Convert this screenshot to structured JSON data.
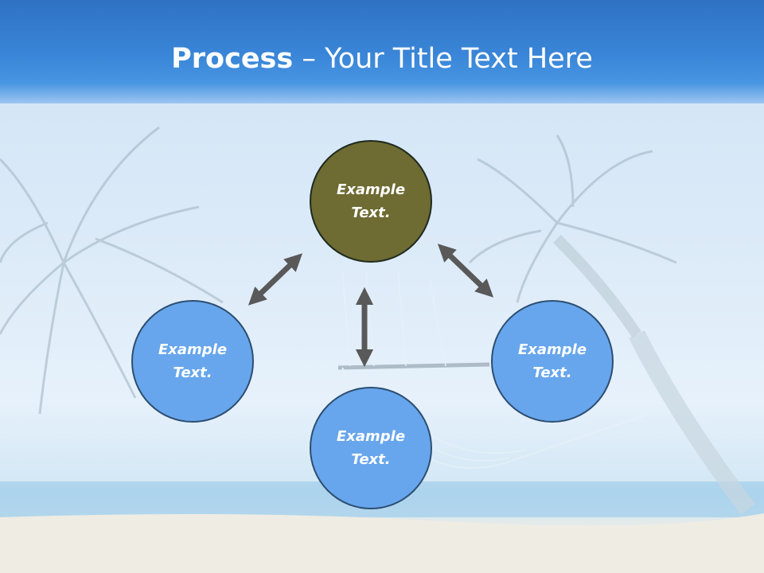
{
  "title": {
    "bold": "Process",
    "rest": " – Your Title Text Here"
  },
  "nodes": {
    "top": {
      "line1": "Example",
      "line2": "Text."
    },
    "left": {
      "line1": "Example",
      "line2": "Text."
    },
    "bottom": {
      "line1": "Example",
      "line2": "Text."
    },
    "right": {
      "line1": "Example",
      "line2": "Text."
    }
  },
  "colors": {
    "header": "#2f72c4",
    "node_blue": "#67a6ec",
    "node_center": "#6e6b33",
    "arrow": "#595959"
  }
}
